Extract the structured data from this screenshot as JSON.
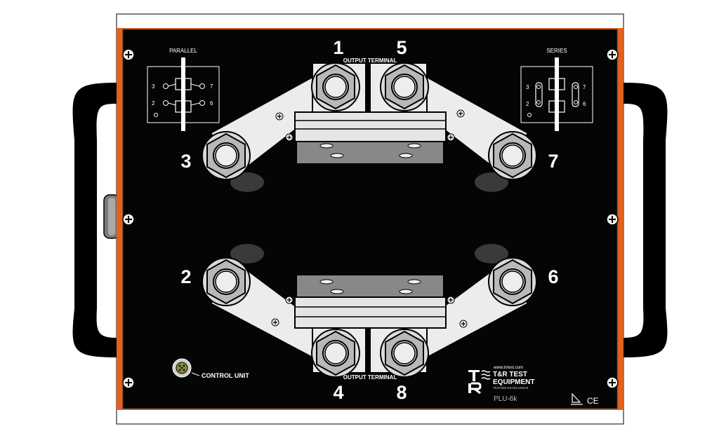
{
  "panel": {
    "output_terminal_top": "OUTPUT TERMINAL",
    "output_terminal_bottom": "OUTPUT TERMINAL",
    "terminals": {
      "t1": "1",
      "t5": "5",
      "t3": "3",
      "t7": "7",
      "t2": "2",
      "t6": "6",
      "t4": "4",
      "t8": "8"
    },
    "control_unit_label": "CONTROL UNIT"
  },
  "parallel_diagram": {
    "title": "PARALLEL",
    "pin3": "3",
    "pin7": "7",
    "pin2": "2",
    "pin6": "6"
  },
  "series_diagram": {
    "title": "SERIES",
    "pin3": "3",
    "pin7": "7",
    "pin2": "2",
    "pin6": "6"
  },
  "branding": {
    "website": "www.tntest.com",
    "company_line1": "T&R TEST",
    "company_line2": "EQUIPMENT",
    "tagline": "TESTING EXCELLENCE",
    "model": "PLU-6k",
    "ce_mark": "CE"
  },
  "colors": {
    "panel": "#050505",
    "frame_orange": "#e0621e",
    "handle": "#000000",
    "bar_light": "#ececec",
    "clamp_grey": "#8a8a8a",
    "bolt": "#c9c9c9",
    "diagram_line": "#ffffff"
  }
}
